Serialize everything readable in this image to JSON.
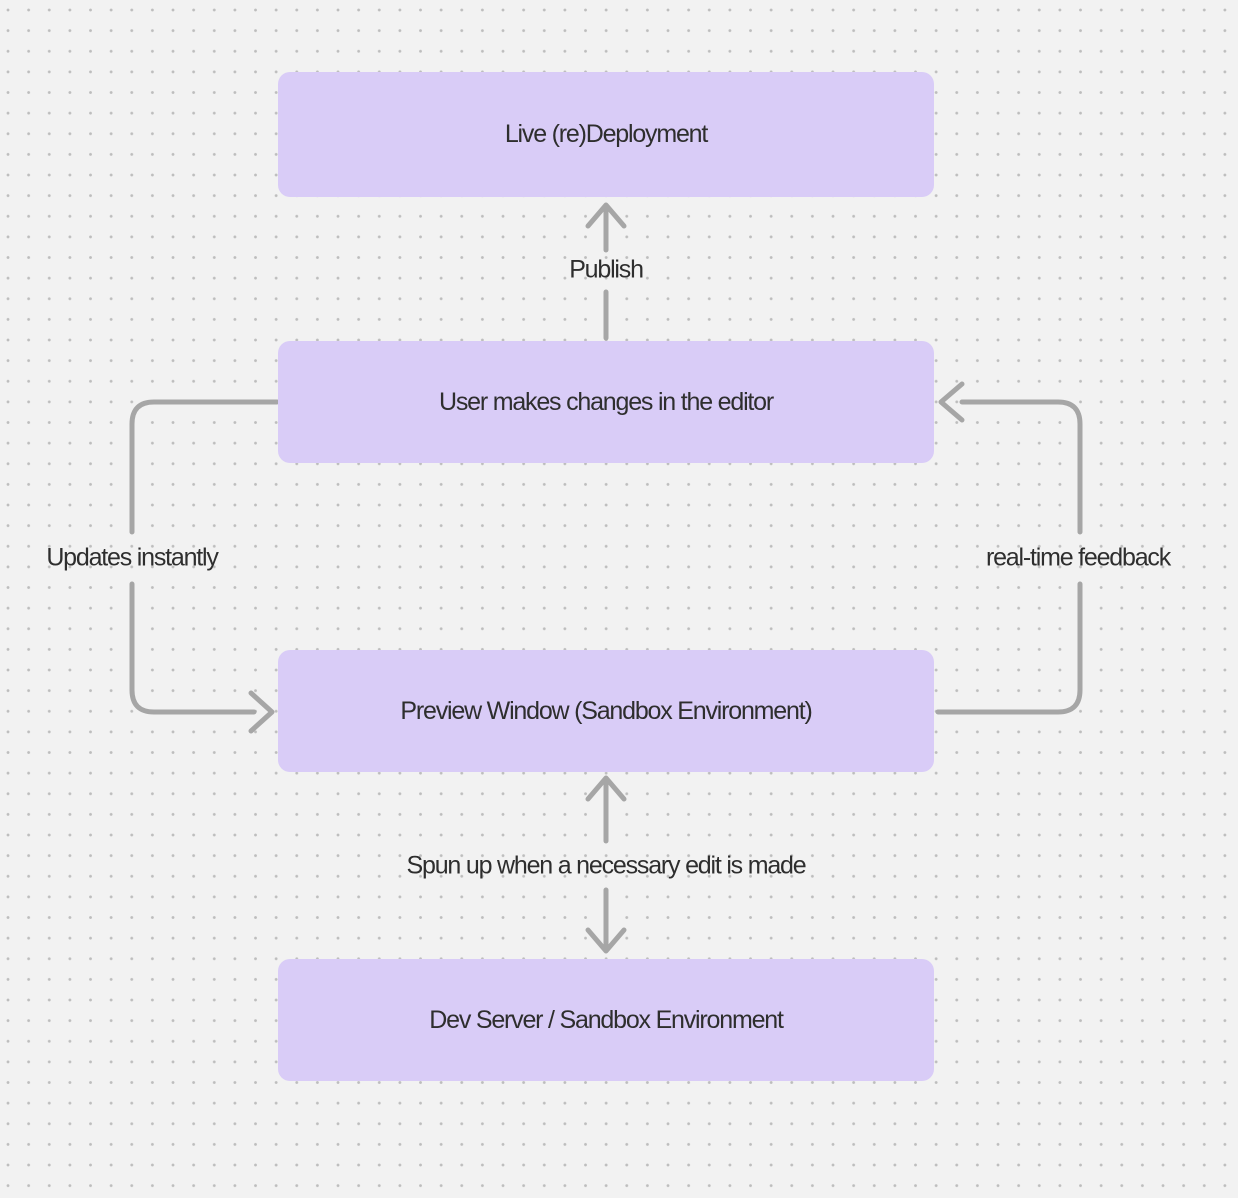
{
  "diagram": {
    "colors": {
      "background": "#f2f2f2",
      "dot_color": "#bdbdbd",
      "node_fill": "#d9ccf7",
      "node_text": "#2e2e2e",
      "arrow_color": "#a6a6a6",
      "label_text": "#2e2e2e"
    },
    "nodes": [
      {
        "id": "live-redeployment",
        "label": "Live (re)Deployment"
      },
      {
        "id": "editor-changes",
        "label": "User makes changes in the editor"
      },
      {
        "id": "preview-window",
        "label": "Preview Window (Sandbox Environment)"
      },
      {
        "id": "dev-server",
        "label": "Dev Server / Sandbox Environment"
      }
    ],
    "edges": [
      {
        "from": "editor-changes",
        "to": "live-redeployment",
        "label": "Publish",
        "direction": "up"
      },
      {
        "from": "editor-changes",
        "to": "preview-window",
        "label": "Updates instantly",
        "side": "left-loop"
      },
      {
        "from": "preview-window",
        "to": "editor-changes",
        "label": "real-time feedback",
        "side": "right-loop"
      },
      {
        "from": "dev-server",
        "to": "preview-window",
        "label": "Spun up when a necessary edit is made",
        "direction": "up-and-down"
      }
    ]
  }
}
